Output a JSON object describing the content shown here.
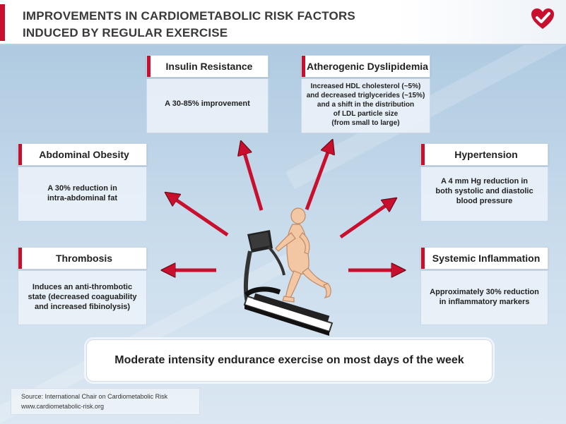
{
  "header": {
    "title_line1": "IMPROVEMENTS IN CARDIOMETABOLIC RISK FACTORS",
    "title_line2": "INDUCED BY REGULAR EXERCISE",
    "logo_icon": "heart-check-icon"
  },
  "factors": {
    "insulin": {
      "title": "Insulin Resistance",
      "text": "A 30-85% improvement"
    },
    "dyslipidemia": {
      "title": "Atherogenic Dyslipidemia",
      "text": "Increased HDL cholesterol (~5%)\nand decreased triglycerides (~15%)\nand a shift in the distribution\nof LDL particle size\n(from small to large)"
    },
    "obesity": {
      "title": "Abdominal Obesity",
      "text": "A 30% reduction in\nintra-abdominal fat"
    },
    "hypertension": {
      "title": "Hypertension",
      "text": "A 4 mm Hg reduction in\nboth systolic and diastolic\nblood pressure"
    },
    "thrombosis": {
      "title": "Thrombosis",
      "text": "Induces an anti-thrombotic\nstate (decreased coaguability\nand increased fibinolysis)"
    },
    "inflammation": {
      "title": "Systemic Inflammation",
      "text": "Approximately 30% reduction\nin inflammatory markers"
    }
  },
  "banner": {
    "text": "Moderate intensity endurance exercise on most days of the week"
  },
  "source": {
    "line1": "Source: International Chair on Cardiometabolic Risk",
    "line2": "www.cardiometabolic-risk.org"
  },
  "colors": {
    "accent": "#c8102e",
    "arrow": "#c8102e",
    "background": "#b9d2e7"
  }
}
